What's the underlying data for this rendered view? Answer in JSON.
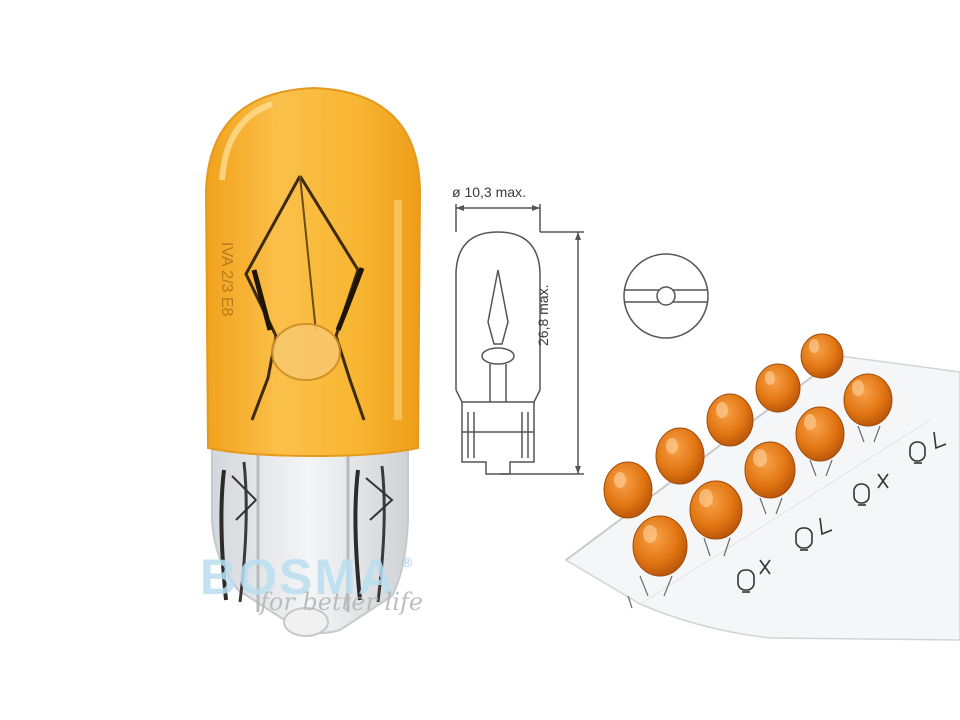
{
  "product": {
    "diagram": {
      "diameter_label": "ø 10,3 max.",
      "length_label": "26,8 max."
    },
    "logo": {
      "brand": "BOSMA",
      "registered_mark": "®",
      "slogan": "for better life"
    },
    "colors": {
      "amber_glass": "#f7b52f",
      "amber_bulb": "#e07c12",
      "line_drawing": "#555555",
      "logo_blue": "#b9dff1"
    },
    "icons": [
      "bulb-photo",
      "bulb-dimension-drawing",
      "socket-end-view",
      "bulb-blister-pack",
      "brand-logo"
    ]
  }
}
